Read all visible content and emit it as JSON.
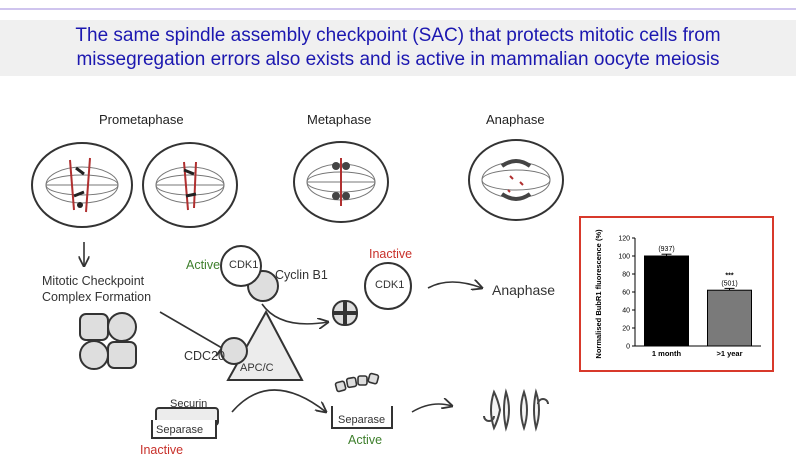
{
  "title": {
    "line1": "The same spindle assembly checkpoint (SAC) that protects mitotic cells from",
    "line2": "missegregation errors also exists and is active in mammalian oocyte meiosis"
  },
  "phases": {
    "prometaphase": "Prometaphase",
    "metaphase": "Metaphase",
    "anaphase": "Anaphase"
  },
  "labels": {
    "mcc_line1": "Mitotic Checkpoint",
    "mcc_line2": "Complex Formation",
    "active": "Active",
    "cdk1": "CDK1",
    "cyclin_b1": "Cyclin B1",
    "inactive": "Inactive",
    "cdk1_right": "CDK1",
    "anaphase_out": "Anaphase",
    "cdc20": "CDC20",
    "apcc": "APC/C",
    "securin": "Securin",
    "separase": "Separase",
    "inactive_bottom": "Inactive",
    "separase_right": "Separase",
    "active_bottom": "Active"
  },
  "colors": {
    "title": "#1c18b0",
    "active": "#3e7f2c",
    "inactive": "#c8302a",
    "chart_border": "#d8392b",
    "bar1": "#000000",
    "bar2": "#7a7a7a"
  },
  "chart_data": {
    "type": "bar",
    "categories": [
      "1 month",
      ">1 year"
    ],
    "values": [
      100,
      62
    ],
    "errors": [
      2,
      2
    ],
    "ylabel": "Normalised BubR1 fluorescence (%)",
    "ylim": [
      0,
      120
    ],
    "yticks": [
      0,
      20,
      40,
      60,
      80,
      100,
      120
    ],
    "bar_labels": [
      "(937)",
      "(501)"
    ],
    "significance": [
      "",
      "***"
    ]
  }
}
